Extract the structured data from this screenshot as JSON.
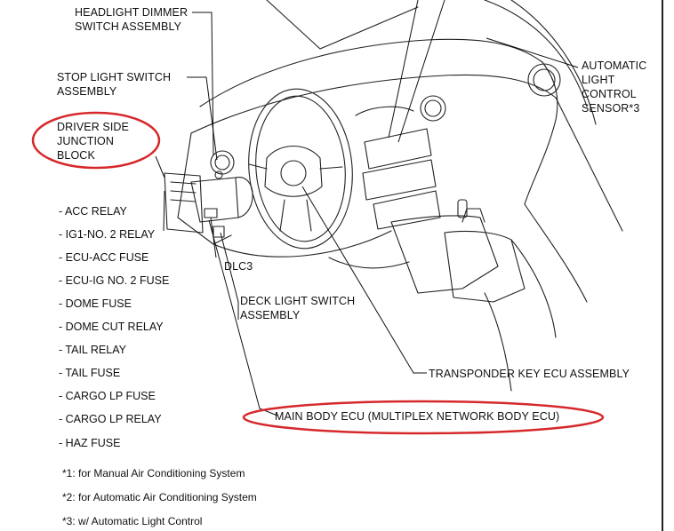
{
  "labels": {
    "headlight_dimmer": [
      "HEADLIGHT DIMMER",
      "SWITCH ASSEMBLY"
    ],
    "stop_light": [
      "STOP LIGHT SWITCH",
      "ASSEMBLY"
    ],
    "driver_junction": [
      "DRIVER SIDE",
      "JUNCTION",
      "BLOCK"
    ],
    "auto_light": [
      "AUTOMATIC",
      "LIGHT",
      "CONTROL",
      "SENSOR*3"
    ],
    "dlc3": "DLC3",
    "deck_light": [
      "DECK LIGHT SWITCH",
      "ASSEMBLY"
    ],
    "transponder": "TRANSPONDER KEY ECU ASSEMBLY",
    "main_body": "MAIN BODY ECU (MULTIPLEX NETWORK BODY ECU)"
  },
  "junction_items": [
    "- ACC RELAY",
    "- IG1-NO. 2 RELAY",
    "- ECU-ACC FUSE",
    "- ECU-IG NO. 2 FUSE",
    "- DOME FUSE",
    "- DOME CUT RELAY",
    "- TAIL RELAY",
    "- TAIL FUSE",
    "- CARGO LP FUSE",
    "- CARGO LP RELAY",
    "- HAZ FUSE"
  ],
  "notes": [
    "*1: for Manual Air Conditioning System",
    "*2: for Automatic Air Conditioning System",
    "*3: w/ Automatic Light Control"
  ],
  "colors": {
    "highlight": "#d6282b",
    "ink": "#1a1a1a"
  }
}
